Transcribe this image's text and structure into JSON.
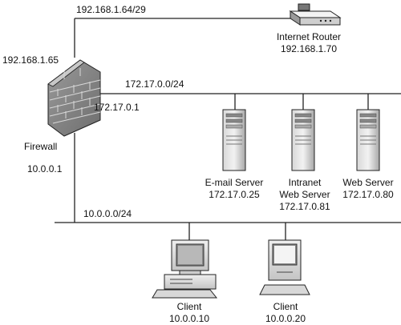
{
  "networks": {
    "internet_link": "192.168.1.64/29",
    "dmz": "172.17.0.0/24",
    "internal": "10.0.0.0/24"
  },
  "firewall": {
    "label": "Firewall",
    "ip_external": "192.168.1.65",
    "ip_dmz": "172.17.0.1",
    "ip_internal": "10.0.0.1"
  },
  "router": {
    "name": "Internet Router",
    "ip": "192.168.1.70"
  },
  "servers": {
    "email": {
      "name": "E-mail Server",
      "ip": "172.17.0.25"
    },
    "intranet": {
      "name_line1": "Intranet",
      "name_line2": "Web Server",
      "ip": "172.17.0.81"
    },
    "web": {
      "name": "Web Server",
      "ip": "172.17.0.80"
    }
  },
  "clients": [
    {
      "name": "Client",
      "ip": "10.0.0.10"
    },
    {
      "name": "Client",
      "ip": "10.0.0.20"
    }
  ]
}
